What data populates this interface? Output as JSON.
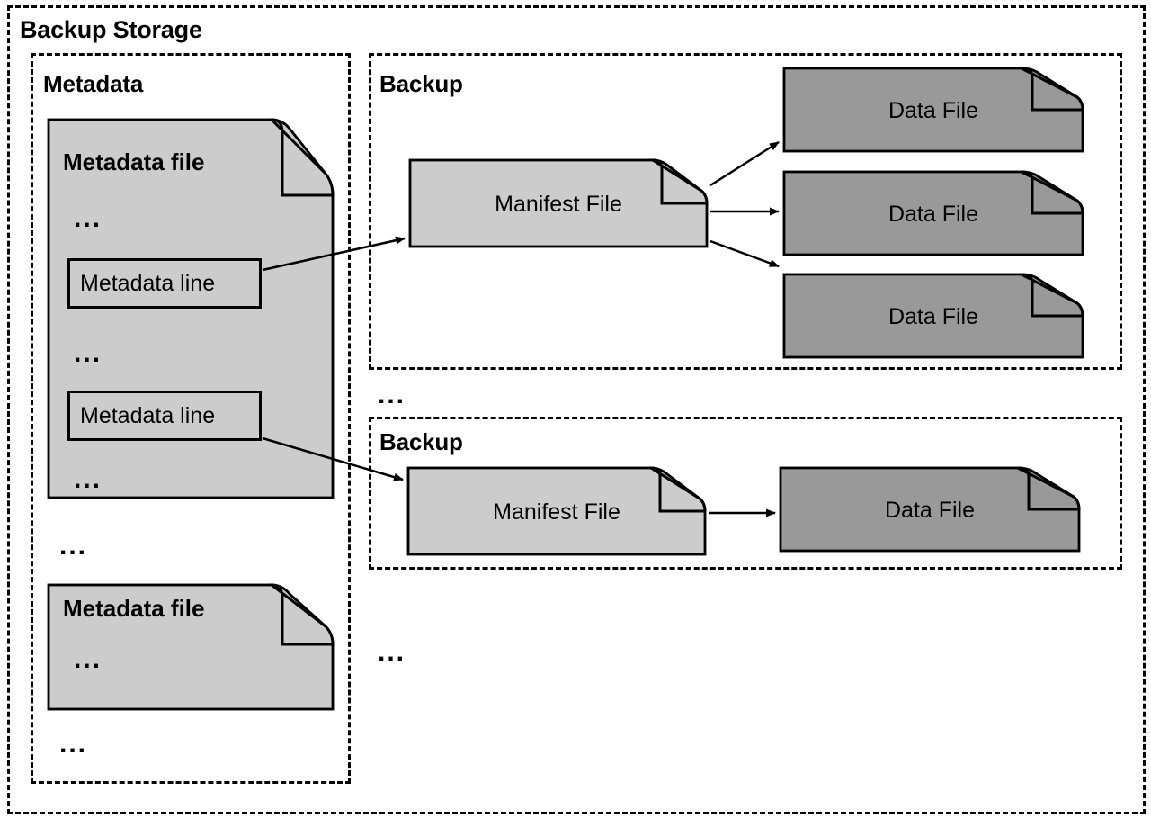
{
  "diagram": {
    "title": "Backup Storage",
    "outer_container": {
      "label": "Backup Storage"
    },
    "sections": {
      "metadata": {
        "label": "Metadata"
      },
      "backup_one": {
        "label": "Backup"
      },
      "backup_two": {
        "label": "Backup"
      }
    },
    "ellipsis": "...",
    "metadata_files": [
      {
        "label": "Metadata file",
        "ellipsis_top": "...",
        "lines": [
          {
            "label": "Metadata line"
          },
          {
            "label": "Metadata line"
          }
        ],
        "ellipsis_mid": "...",
        "ellipsis_bottom": "..."
      },
      {
        "label": "Metadata file",
        "ellipsis_top": "..."
      }
    ],
    "metadata_section_ellipsis_mid": "...",
    "metadata_section_ellipsis_bottom": "...",
    "backup_one_manifest": {
      "label": "Manifest File"
    },
    "backup_one_data_files": [
      {
        "label": "Data File"
      },
      {
        "label": "Data File"
      },
      {
        "label": "Data File"
      }
    ],
    "between_backups_ellipsis": "...",
    "backup_two_manifest": {
      "label": "Manifest File"
    },
    "backup_two_data_files": [
      {
        "label": "Data File"
      }
    ],
    "after_backups_ellipsis": "...",
    "colors": {
      "manifest_fill": "#cccccc",
      "metadata_file_fill": "#cccccc",
      "data_file_fill": "#999999",
      "stroke": "#000000",
      "background": "#ffffff"
    }
  }
}
